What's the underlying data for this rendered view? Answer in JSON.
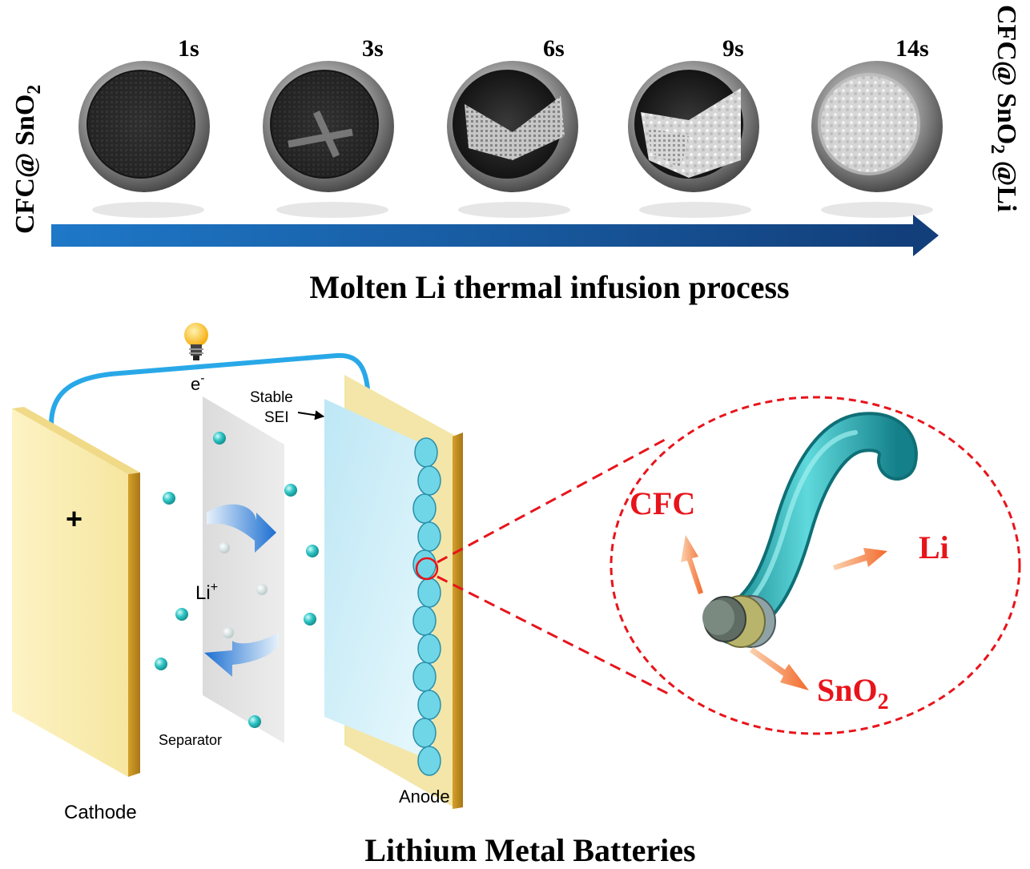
{
  "infusion": {
    "left_label": "CFC@ SnO",
    "left_sub": "2",
    "right_label_a": "CFC@ SnO",
    "right_label_sub": "2",
    "right_label_b": " @Li",
    "caption": "Molten Li thermal infusion process",
    "time_labels": [
      "1s",
      "3s",
      "6s",
      "9s",
      "14s"
    ],
    "arrow_color": "#1a5fb4"
  },
  "battery": {
    "electron_label": "e",
    "electron_sup": "-",
    "stable_sei_line1": "Stable",
    "stable_sei_line2": "SEI",
    "plus_sign": "+",
    "li_ion_label": "Li",
    "li_ion_sup": "+",
    "separator_label": "Separator",
    "cathode_label": "Cathode",
    "anode_label": "Anode",
    "title": "Lithium Metal Batteries",
    "wire_color": "#29a8e8",
    "ion_color": "#2ec4c4"
  },
  "zoom": {
    "cfc_label": "CFC",
    "li_label": "Li",
    "sno2_label": "SnO",
    "sno2_sub": "2",
    "label_color": "#e8141b",
    "arrow_color": "#f26a2c"
  }
}
